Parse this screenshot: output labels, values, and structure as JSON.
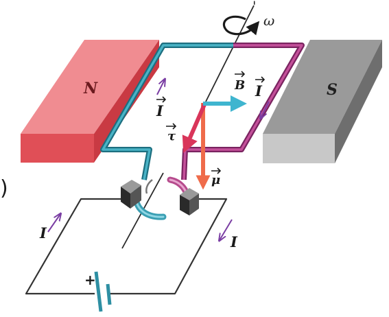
{
  "labels": {
    "north_pole": "N",
    "south_pole": "S",
    "omega": "ω",
    "axis_tick": "'",
    "magnetic_field": "B",
    "torque": "τ",
    "magnetic_moment": "μ",
    "current_loop_left": "I",
    "current_loop_right": "I",
    "current_circuit_left": "I",
    "current_circuit_right": "I",
    "battery_plus": "+",
    "edge_paren": ")"
  },
  "colors": {
    "north_pole": "#e85c63",
    "south_pole": "#8e8e8e",
    "loop_left": "#2e8fa3",
    "loop_right": "#a6357e",
    "field_arrow": "#3fb5cf",
    "torque_arrow": "#d9355a",
    "moment_arrow": "#ef6b4a",
    "current_arrow": "#7a3da3"
  }
}
